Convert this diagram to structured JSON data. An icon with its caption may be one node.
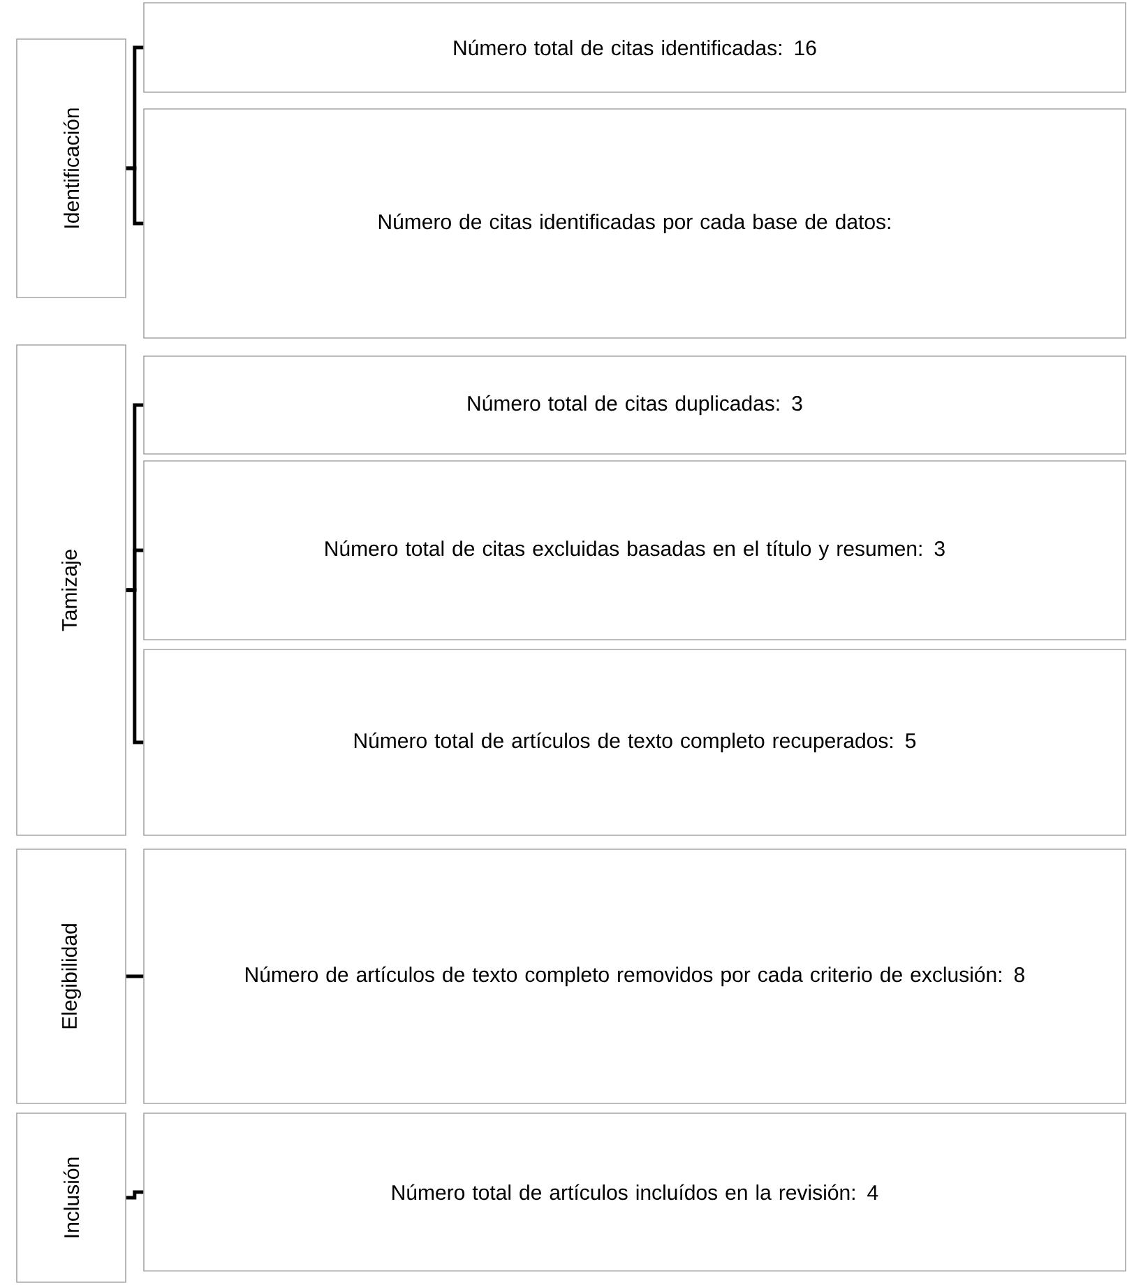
{
  "diagram": {
    "nodes": [
      {
        "text": [
          "Identificación"
        ]
      },
      {
        "text": [
          "Número total de citas identificadas: 16"
        ]
      },
      {
        "text": [
          "Número de citas identificadas por cada base de datos:"
        ]
      },
      {
        "text": [
          "Tamizaje"
        ]
      },
      {
        "text": [
          "Número total de citas duplicadas: 3"
        ]
      },
      {
        "text": [
          "Número total de citas excluidas basadas en el título y resumen: 3"
        ]
      },
      {
        "text": [
          "Número total de artículos de texto completo recuperados: 5"
        ]
      },
      {
        "text": [
          "Elegibilidad"
        ]
      },
      {
        "text": [
          "Número de artículos de texto completo removidos por cada criterio de exclusión:  8"
        ]
      },
      {
        "text": [
          "Inclusión"
        ]
      },
      {
        "text": [
          "Número total de artículos incluídos en la revisión: 4"
        ]
      }
    ],
    "edges": [
      {
        "from": 0,
        "to": 1,
        "arrow": "none"
      },
      {
        "from": 0,
        "to": 2,
        "arrow": "none"
      },
      {
        "from": 3,
        "to": 4,
        "arrow": "none"
      },
      {
        "from": 3,
        "to": 5,
        "arrow": "none"
      },
      {
        "from": 3,
        "to": 6,
        "arrow": "none"
      },
      {
        "from": 7,
        "to": 8,
        "arrow": "none"
      },
      {
        "from": 9,
        "to": 10,
        "arrow": "none"
      }
    ]
  }
}
